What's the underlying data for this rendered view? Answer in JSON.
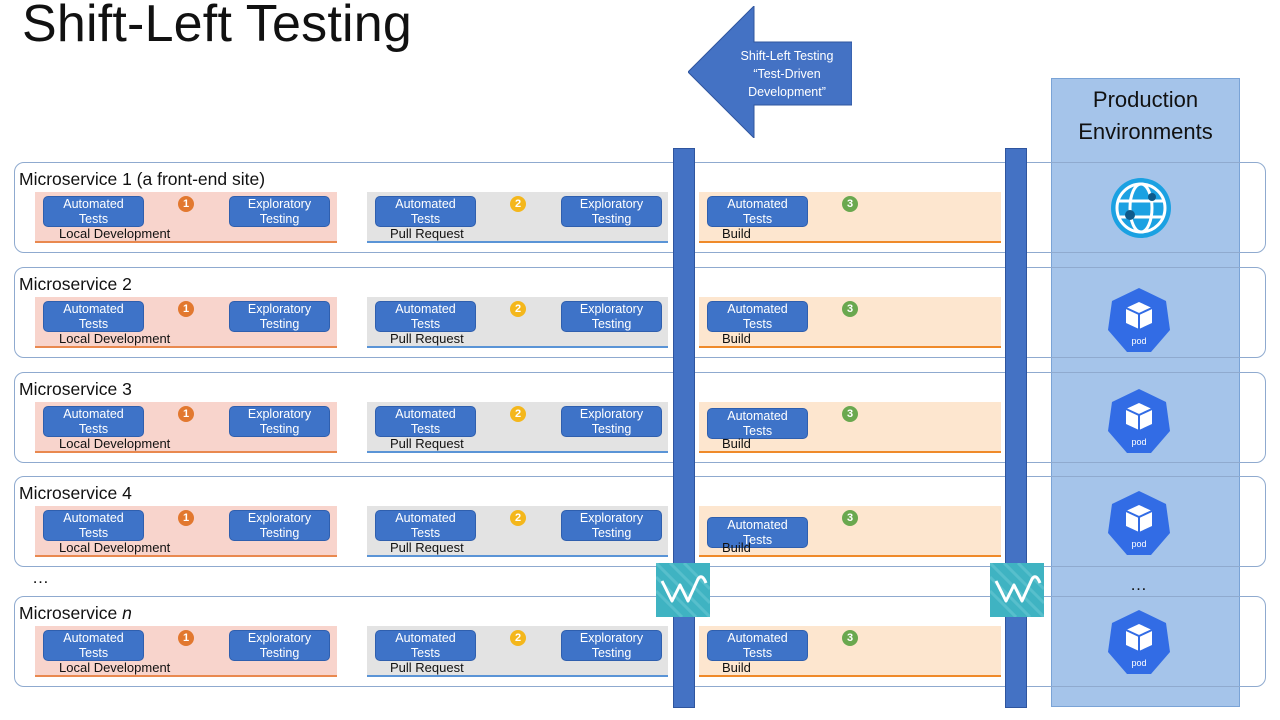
{
  "title": "Shift-Left Testing",
  "arrow": {
    "lines": [
      "Shift-Left Testing",
      "“Test-Driven",
      "Development”"
    ]
  },
  "production": {
    "title_lines": [
      "Production",
      "Environments"
    ],
    "pod_label": "pod",
    "ellipsis": "…"
  },
  "stages": {
    "local": {
      "label": "Local Development",
      "badge": "1"
    },
    "pr": {
      "label": "Pull Request",
      "badge": "2"
    },
    "build": {
      "label": "Build",
      "badge": "3"
    }
  },
  "buttons": {
    "automated": [
      "Automated",
      "Tests"
    ],
    "exploratory": [
      "Exploratory",
      "Testing"
    ]
  },
  "rows": [
    {
      "prefix": "Microservice  1 (a front-end site)",
      "suffix": ""
    },
    {
      "prefix": "Microservice  2",
      "suffix": ""
    },
    {
      "prefix": "Microservice  3",
      "suffix": ""
    },
    {
      "prefix": "Microservice  4",
      "suffix": ""
    },
    {
      "prefix": "Microservice  ",
      "suffix": "n"
    }
  ],
  "rows_ellipsis": "…",
  "colors": {
    "button": "#3e73c8",
    "gate": "#4472c4",
    "panel": "#a5c4ea",
    "badge1": "#e2782f",
    "badge2": "#f4b71c",
    "badge3": "#6aa84f",
    "wave": "#3fb3c2"
  }
}
